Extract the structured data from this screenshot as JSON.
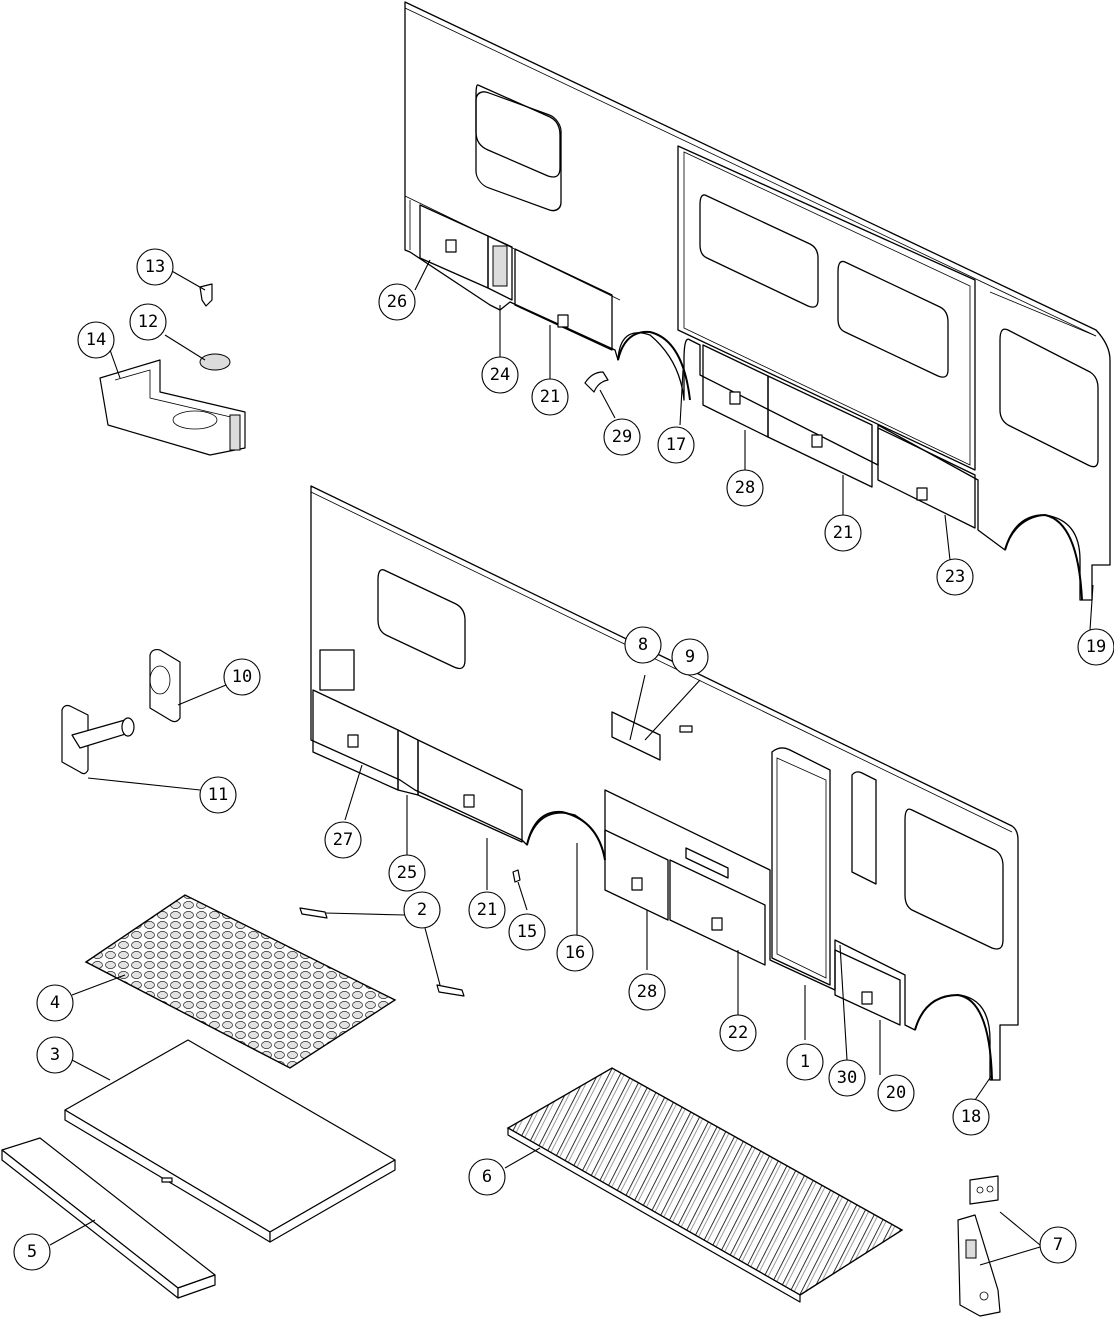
{
  "callouts": [
    {
      "id": "c1",
      "label": "1"
    },
    {
      "id": "c2",
      "label": "2"
    },
    {
      "id": "c3",
      "label": "3"
    },
    {
      "id": "c4",
      "label": "4"
    },
    {
      "id": "c5",
      "label": "5"
    },
    {
      "id": "c6",
      "label": "6"
    },
    {
      "id": "c7",
      "label": "7"
    },
    {
      "id": "c8",
      "label": "8"
    },
    {
      "id": "c9",
      "label": "9"
    },
    {
      "id": "c10",
      "label": "10"
    },
    {
      "id": "c11",
      "label": "11"
    },
    {
      "id": "c12",
      "label": "12"
    },
    {
      "id": "c13",
      "label": "13"
    },
    {
      "id": "c14",
      "label": "14"
    },
    {
      "id": "c15",
      "label": "15"
    },
    {
      "id": "c16",
      "label": "16"
    },
    {
      "id": "c17",
      "label": "17"
    },
    {
      "id": "c18",
      "label": "18"
    },
    {
      "id": "c19",
      "label": "19"
    },
    {
      "id": "c20",
      "label": "20"
    },
    {
      "id": "c21a",
      "label": "21"
    },
    {
      "id": "c21b",
      "label": "21"
    },
    {
      "id": "c21c",
      "label": "21"
    },
    {
      "id": "c22",
      "label": "22"
    },
    {
      "id": "c23",
      "label": "23"
    },
    {
      "id": "c24",
      "label": "24"
    },
    {
      "id": "c25",
      "label": "25"
    },
    {
      "id": "c26",
      "label": "26"
    },
    {
      "id": "c27",
      "label": "27"
    },
    {
      "id": "c28a",
      "label": "28"
    },
    {
      "id": "c28b",
      "label": "28"
    },
    {
      "id": "c29",
      "label": "29"
    },
    {
      "id": "c30",
      "label": "30"
    }
  ],
  "colors": {
    "line": "#000000",
    "background": "#ffffff",
    "shade": "#dcdcdc"
  }
}
